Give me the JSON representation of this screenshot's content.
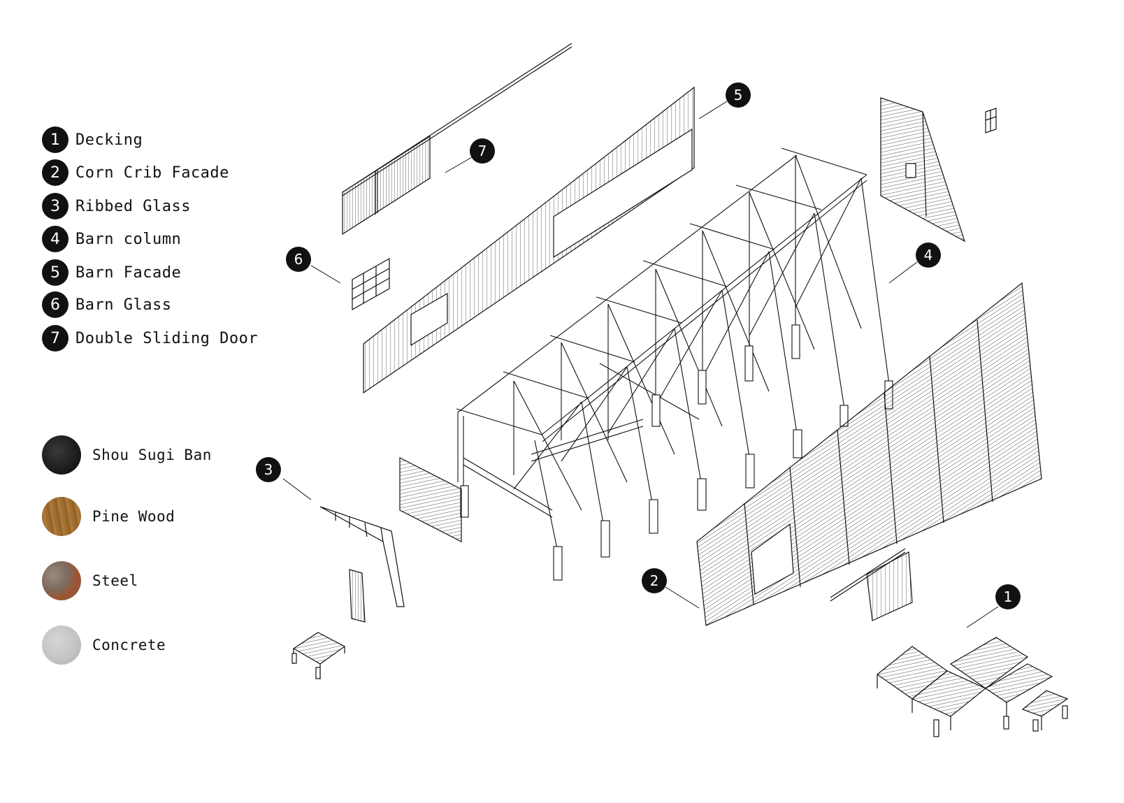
{
  "legend": {
    "items": [
      {
        "num": "1",
        "label": "Decking"
      },
      {
        "num": "2",
        "label": "Corn Crib Facade"
      },
      {
        "num": "3",
        "label": "Ribbed Glass"
      },
      {
        "num": "4",
        "label": "Barn column"
      },
      {
        "num": "5",
        "label": "Barn Facade"
      },
      {
        "num": "6",
        "label": "Barn Glass"
      },
      {
        "num": "7",
        "label": "Double Sliding Door"
      }
    ]
  },
  "materials": [
    {
      "label": "Shou Sugi Ban",
      "color": "#1e1e1e"
    },
    {
      "label": "Pine Wood",
      "color": "#9a6a2e"
    },
    {
      "label": "Steel",
      "color": "#7d6a5e"
    },
    {
      "label": "Concrete",
      "color": "#c2c2c2"
    }
  ],
  "callouts": [
    "5",
    "7",
    "6",
    "4",
    "3",
    "2",
    "1"
  ]
}
